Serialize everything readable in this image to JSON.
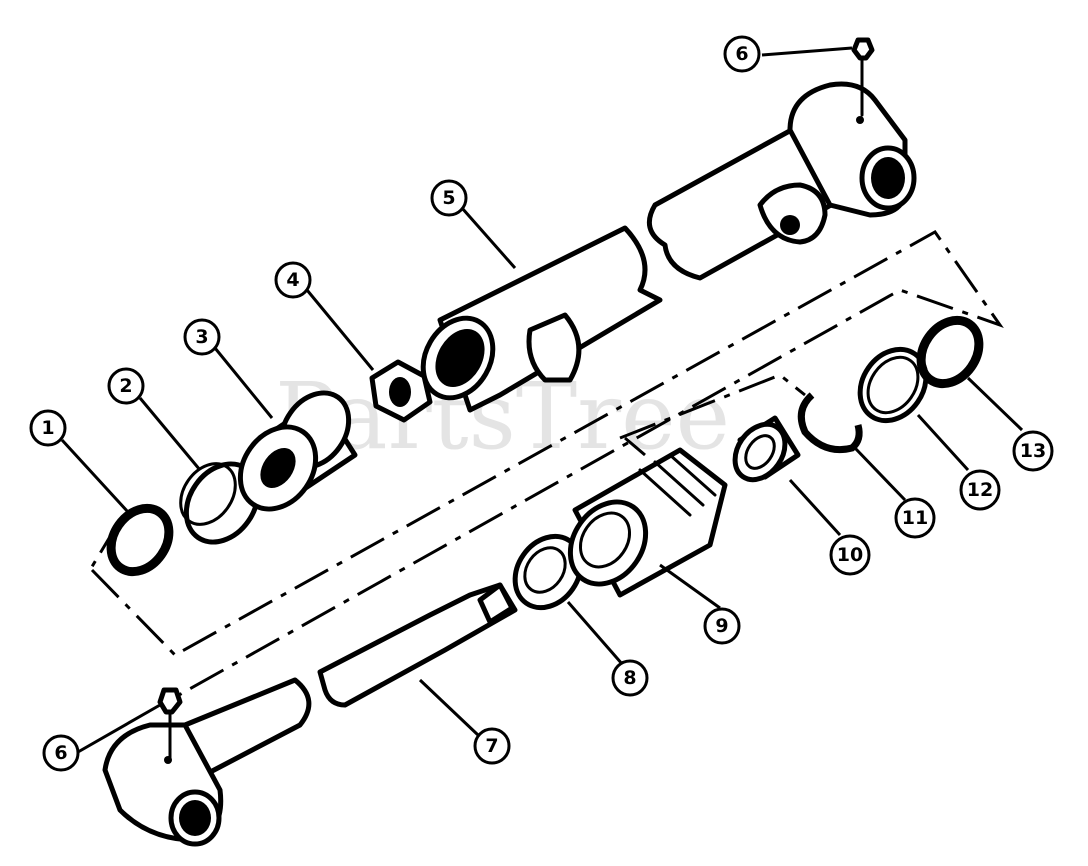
{
  "watermark": {
    "text": "PartsTree"
  },
  "callouts": [
    {
      "id": "c1",
      "label": "1"
    },
    {
      "id": "c2",
      "label": "2"
    },
    {
      "id": "c3",
      "label": "3"
    },
    {
      "id": "c4",
      "label": "4"
    },
    {
      "id": "c5",
      "label": "5"
    },
    {
      "id": "c6a",
      "label": "6"
    },
    {
      "id": "c6b",
      "label": "6"
    },
    {
      "id": "c7",
      "label": "7"
    },
    {
      "id": "c8",
      "label": "8"
    },
    {
      "id": "c9",
      "label": "9"
    },
    {
      "id": "c10",
      "label": "10"
    },
    {
      "id": "c11",
      "label": "11"
    },
    {
      "id": "c12",
      "label": "12"
    },
    {
      "id": "c13",
      "label": "13"
    }
  ]
}
